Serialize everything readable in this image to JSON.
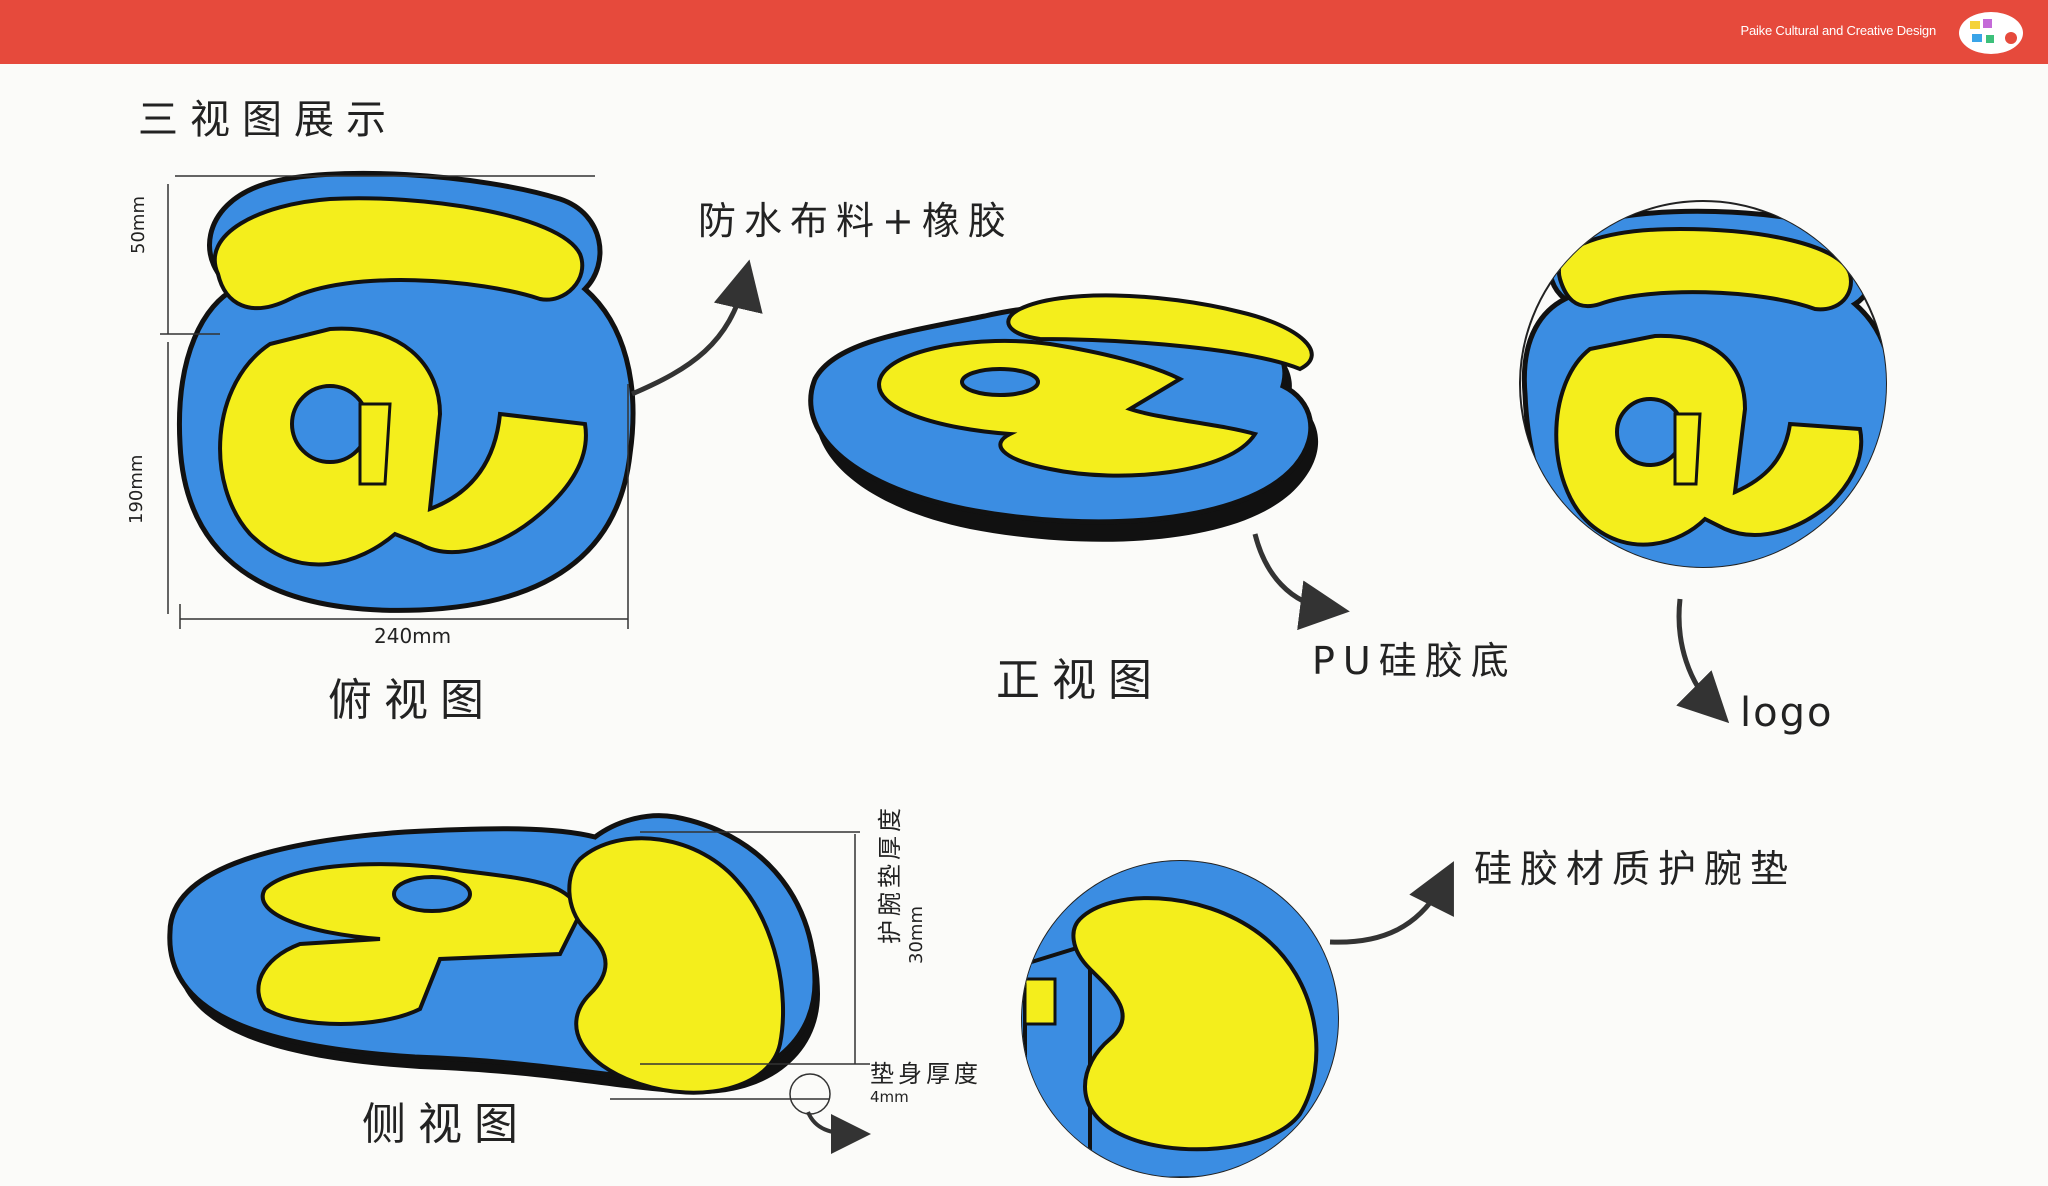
{
  "header": {
    "brand_text": "Paike Cultural and Creative Design",
    "bar_color": "#e64a3c",
    "logo_icon": "palette-icon"
  },
  "page": {
    "title": "三视图展示"
  },
  "annotations": {
    "material": "防水布料+橡胶",
    "base": "PU硅胶底",
    "logo": "logo",
    "wrist_pad": "硅胶材质护腕垫"
  },
  "views": {
    "top": "俯视图",
    "front": "正视图",
    "side": "侧视图"
  },
  "dimensions": {
    "top_height": "50mm",
    "body_height": "190mm",
    "width": "240mm",
    "pad_thickness_label": "护腕垫厚度",
    "pad_thickness_value": "30mm",
    "body_thickness_label": "垫身厚度",
    "body_thickness_value": "4mm"
  },
  "colors": {
    "blue": "#3b8de2",
    "yellow": "#f4ee1c",
    "outline": "#111111"
  }
}
